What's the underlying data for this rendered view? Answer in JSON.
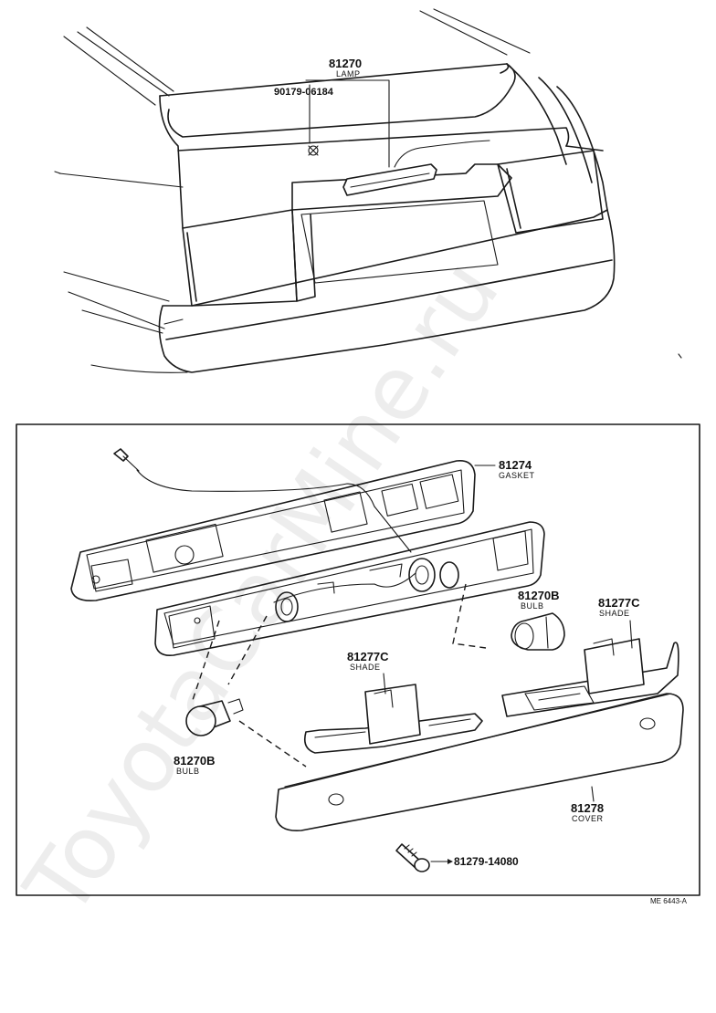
{
  "parts": {
    "lamp": {
      "number": "81270",
      "name": "LAMP"
    },
    "screw": {
      "number": "90179-06184"
    },
    "gasket": {
      "number": "81274",
      "name": "GASKET"
    },
    "bulb_right": {
      "number": "81270B",
      "name": "BULB"
    },
    "shade_right": {
      "number": "81277C",
      "name": "SHADE"
    },
    "shade_left": {
      "number": "81277C",
      "name": "SHADE"
    },
    "bulb_left": {
      "number": "81270B",
      "name": "BULB"
    },
    "cover": {
      "number": "81278",
      "name": "COVER"
    },
    "bolt": {
      "number": "81279-14080"
    }
  },
  "diagram_code": "ME  6443-A",
  "watermark": "ToyotaCarMine.ru"
}
